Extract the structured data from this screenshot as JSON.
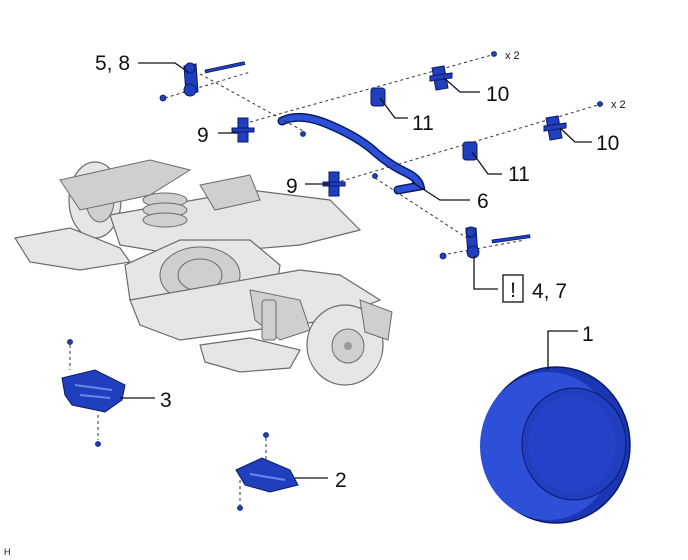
{
  "callouts": {
    "c1": "1",
    "c2": "2",
    "c3": "3",
    "c47": "4, 7",
    "c58": "5, 8",
    "c6": "6",
    "c9a": "9",
    "c9b": "9",
    "c10a": "10",
    "c10b": "10",
    "c11a": "11",
    "c11b": "11"
  },
  "quantity_a": "x 2",
  "quantity_b": "x 2",
  "caution_mark": "!",
  "corner_code": "H",
  "colors": {
    "part_blue": "#1f3fbf",
    "outline": "#111111"
  }
}
